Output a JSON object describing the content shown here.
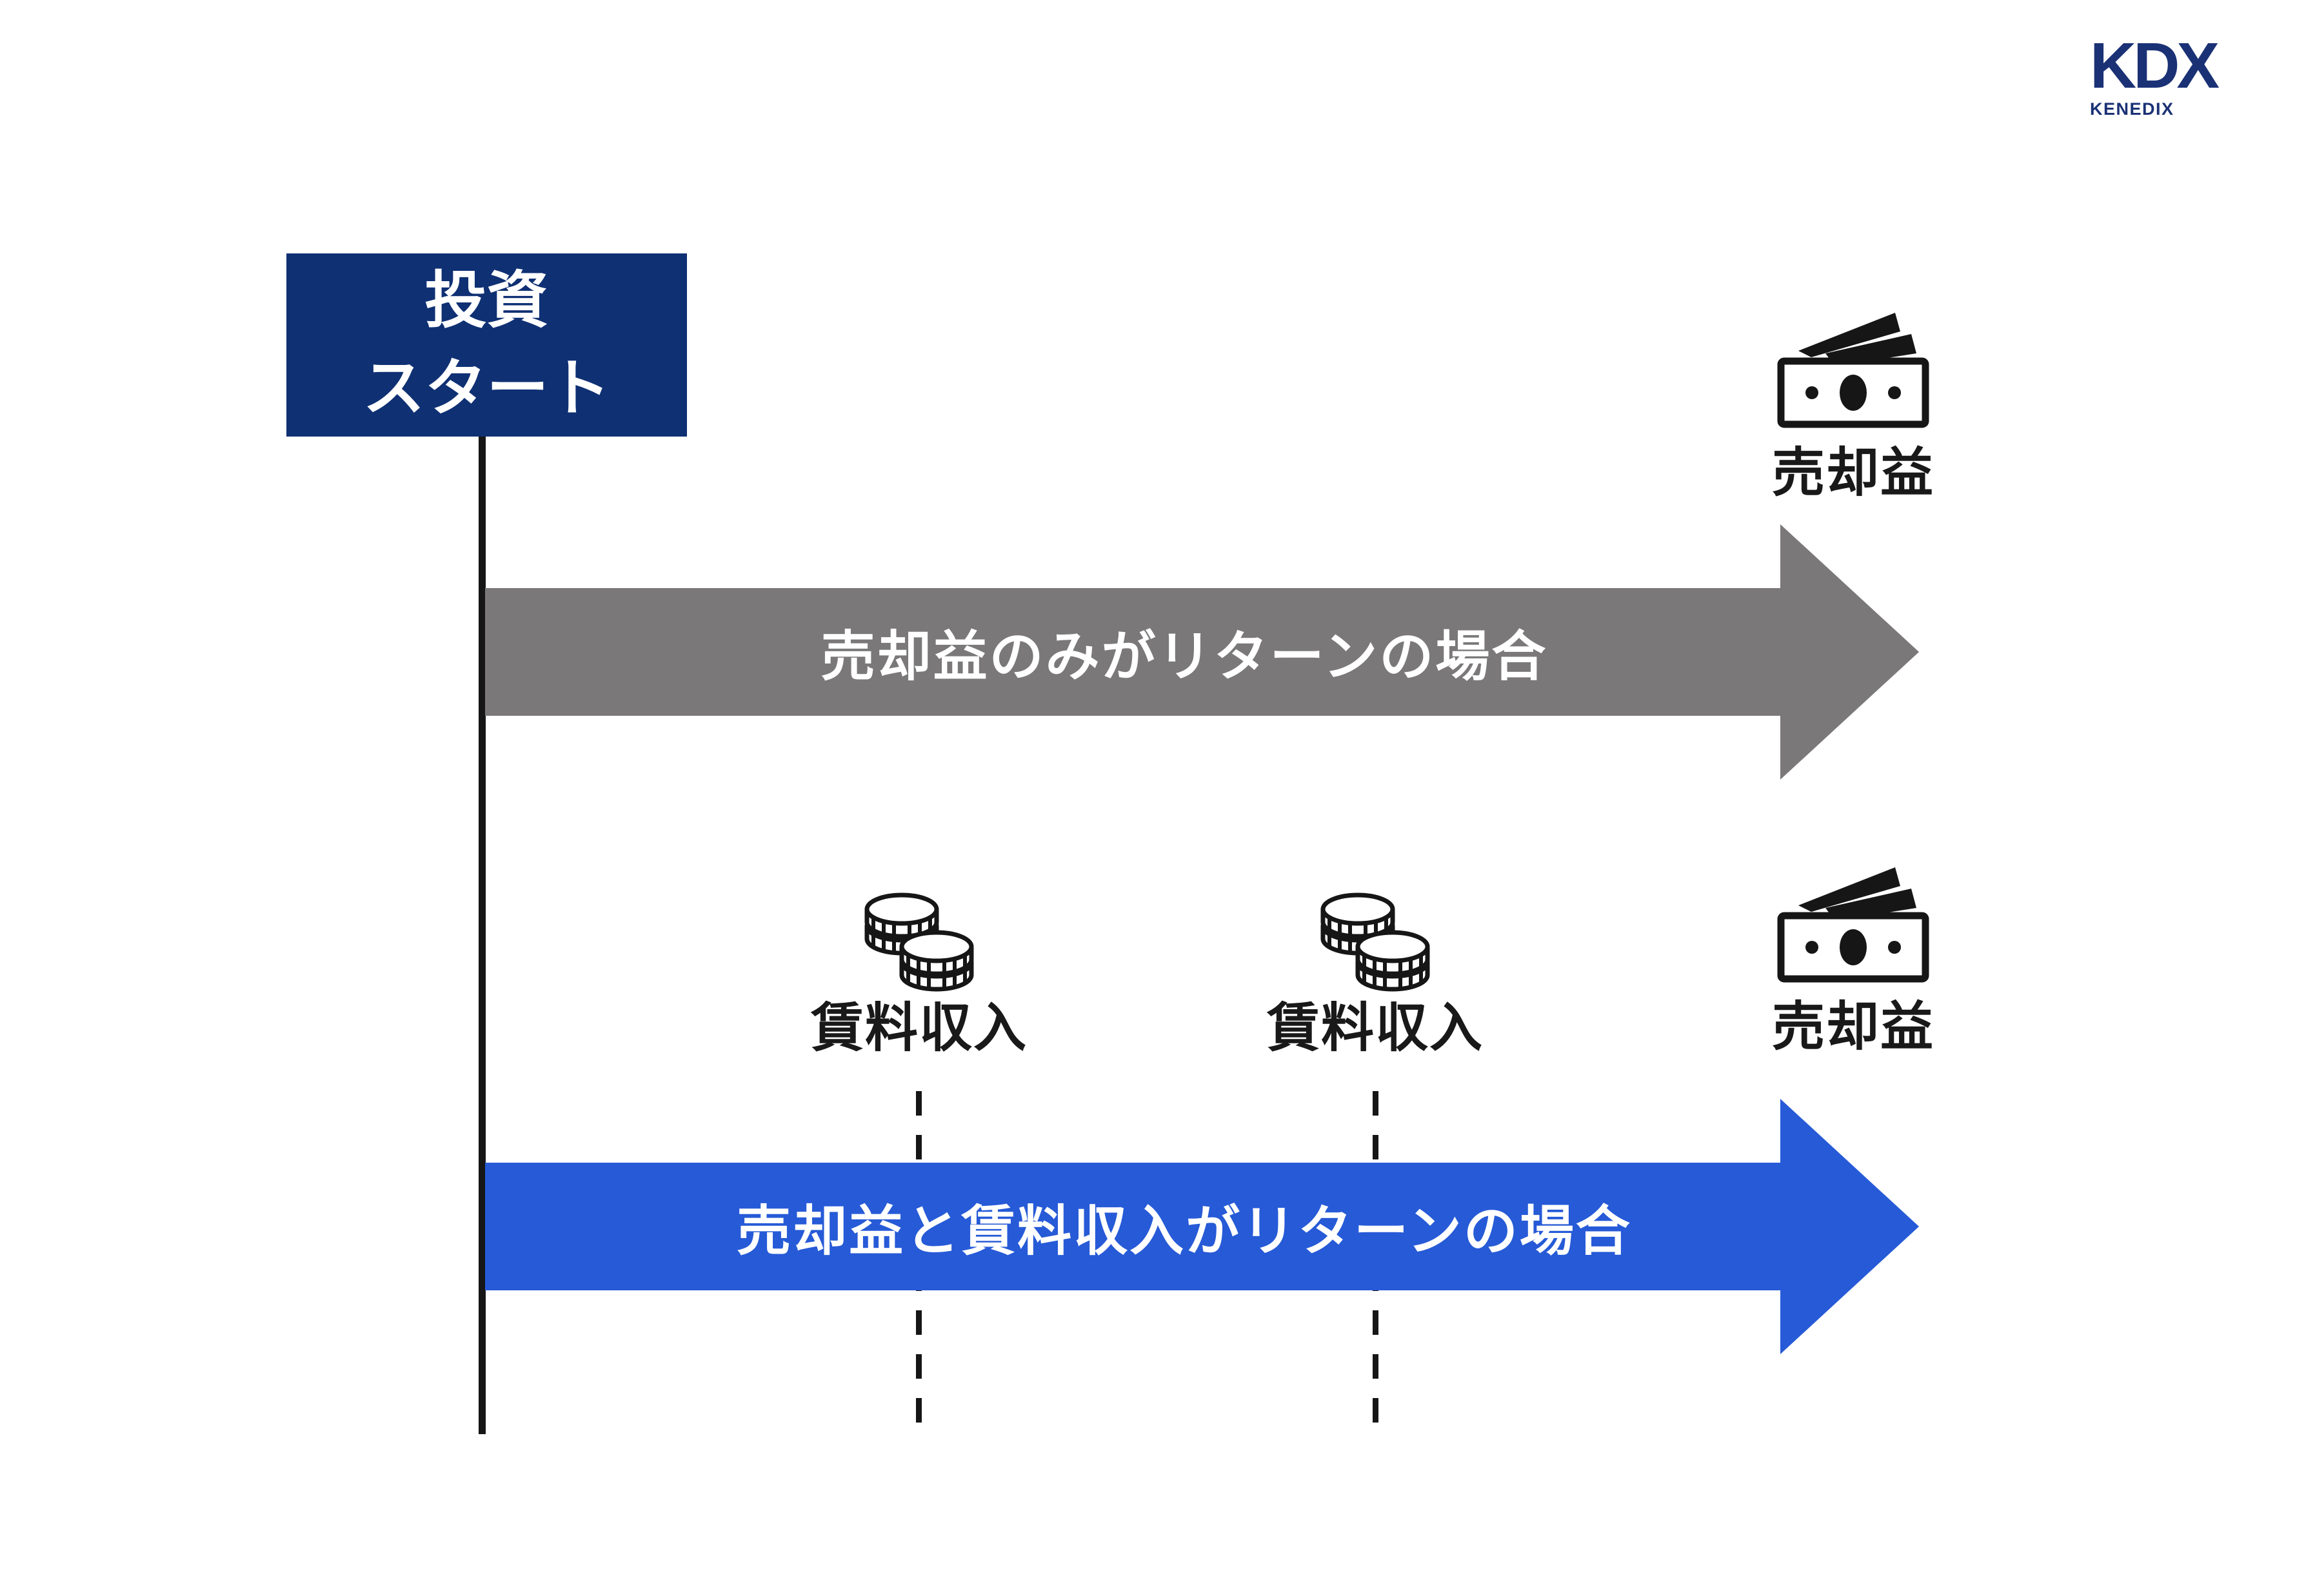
{
  "logo": {
    "title": "KDX",
    "subtitle": "KENEDIX"
  },
  "start_box": {
    "line1": "投資",
    "line2": "スタート"
  },
  "scenario_top": {
    "label": "売却益のみがリターンの場合",
    "outcome_label": "売却益"
  },
  "scenario_bottom": {
    "label": "売却益と賃料収入がリターンの場合",
    "outcome_label": "売却益",
    "income_events": [
      {
        "label": "賃料収入"
      },
      {
        "label": "賃料収入"
      }
    ]
  },
  "colors": {
    "navy": "#0f3073",
    "logo_navy": "#1a3175",
    "gray": "#7a7878",
    "blue": "#265ad7",
    "ink": "#161616",
    "label_text": "#191919",
    "white": "#ffffff",
    "bg": "#ffffff"
  }
}
